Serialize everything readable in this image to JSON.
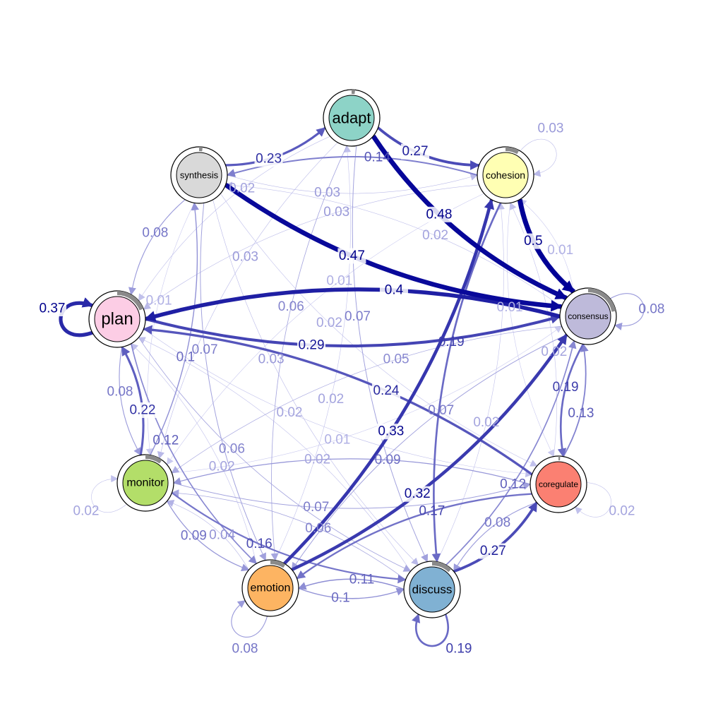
{
  "chart_data": {
    "type": "network",
    "nodes": [
      {
        "id": "adapt",
        "label": "adapt",
        "color": "#8DD3C7",
        "pie": 0.02
      },
      {
        "id": "cohesion",
        "label": "cohesion",
        "color": "#FFFFB3",
        "pie": 0.08
      },
      {
        "id": "consensus",
        "label": "consensus",
        "color": "#BEBADA",
        "pie": 0.22
      },
      {
        "id": "coregulate",
        "label": "coregulate",
        "color": "#FB8072",
        "pie": 0.01
      },
      {
        "id": "discuss",
        "label": "discuss",
        "color": "#80B1D3",
        "pie": 0.12
      },
      {
        "id": "emotion",
        "label": "emotion",
        "color": "#FDB462",
        "pie": 0.09
      },
      {
        "id": "monitor",
        "label": "monitor",
        "color": "#B3DE69",
        "pie": 0.1
      },
      {
        "id": "plan",
        "label": "plan",
        "color": "#FCCDE5",
        "pie": 0.19
      },
      {
        "id": "synthesis",
        "label": "synthesis",
        "color": "#D9D9D9",
        "pie": 0.02
      }
    ],
    "edges": [
      {
        "from": "synthesis",
        "to": "adapt",
        "weight": 0.23,
        "label": "0.23"
      },
      {
        "from": "adapt",
        "to": "cohesion",
        "weight": 0.27,
        "label": "0.27"
      },
      {
        "from": "adapt",
        "to": "consensus",
        "weight": 0.48,
        "label": "0.48"
      },
      {
        "from": "cohesion",
        "to": "consensus",
        "weight": 0.5,
        "label": "0.5"
      },
      {
        "from": "cohesion",
        "to": "cohesion",
        "weight": 0.03,
        "label": "0.03"
      },
      {
        "from": "cohesion",
        "to": "synthesis",
        "weight": 0.14,
        "label": "0.14"
      },
      {
        "from": "consensus",
        "to": "plan",
        "weight": 0.4,
        "label": "0.4"
      },
      {
        "from": "synthesis",
        "to": "consensus",
        "weight": 0.47,
        "label": "0.47"
      },
      {
        "from": "plan",
        "to": "plan",
        "weight": 0.37,
        "label": "0.37"
      },
      {
        "from": "consensus",
        "to": "consensus",
        "weight": 0.08,
        "label": "0.08"
      },
      {
        "from": "synthesis",
        "to": "plan",
        "weight": 0.08,
        "label": "0.08"
      },
      {
        "from": "plan",
        "to": "consensus",
        "weight": 0.29,
        "label": "0.29"
      },
      {
        "from": "coregulate",
        "to": "plan",
        "weight": 0.24,
        "label": "0.24"
      },
      {
        "from": "monitor",
        "to": "plan",
        "weight": 0.22,
        "label": "0.22"
      },
      {
        "from": "plan",
        "to": "monitor",
        "weight": 0.08,
        "label": "0.08"
      },
      {
        "from": "emotion",
        "to": "cohesion",
        "weight": 0.33,
        "label": "0.33"
      },
      {
        "from": "emotion",
        "to": "consensus",
        "weight": 0.32,
        "label": "0.32"
      },
      {
        "from": "monitor",
        "to": "discuss",
        "weight": 0.16,
        "label": "0.16"
      },
      {
        "from": "discuss",
        "to": "coregulate",
        "weight": 0.27,
        "label": "0.27"
      },
      {
        "from": "coregulate",
        "to": "consensus",
        "weight": 0.13,
        "label": "0.13"
      },
      {
        "from": "consensus",
        "to": "coregulate",
        "weight": 0.19,
        "label": "0.19"
      },
      {
        "from": "discuss",
        "to": "discuss",
        "weight": 0.19,
        "label": "0.19"
      },
      {
        "from": "emotion",
        "to": "emotion",
        "weight": 0.08,
        "label": "0.08"
      },
      {
        "from": "emotion",
        "to": "discuss",
        "weight": 0.1,
        "label": "0.1"
      },
      {
        "from": "discuss",
        "to": "emotion",
        "weight": 0.11,
        "label": "0.11"
      },
      {
        "from": "coregulate",
        "to": "emotion",
        "weight": 0.17,
        "label": "0.17"
      },
      {
        "from": "monitor",
        "to": "emotion",
        "weight": 0.09,
        "label": "0.09"
      },
      {
        "from": "monitor",
        "to": "monitor",
        "weight": 0.02,
        "label": "0.02"
      },
      {
        "from": "coregulate",
        "to": "coregulate",
        "weight": 0.02,
        "label": "0.02"
      },
      {
        "from": "coregulate",
        "to": "discuss",
        "weight": 0.08,
        "label": "0.08"
      },
      {
        "from": "cohesion",
        "to": "discuss",
        "weight": 0.19,
        "label": "0.19"
      },
      {
        "from": "plan",
        "to": "emotion",
        "weight": 0.12,
        "label": "0.12"
      },
      {
        "from": "adapt",
        "to": "monitor",
        "weight": 0.03,
        "label": "0.03"
      },
      {
        "from": "synthesis",
        "to": "emotion",
        "weight": 0.07,
        "label": "0.07"
      },
      {
        "from": "monitor",
        "to": "synthesis",
        "weight": 0.1,
        "label": "0.1"
      },
      {
        "from": "coregulate",
        "to": "monitor",
        "weight": 0.09,
        "label": "0.09"
      },
      {
        "from": "monitor",
        "to": "coregulate",
        "weight": 0.07,
        "label": "0.07"
      },
      {
        "from": "emotion",
        "to": "monitor",
        "weight": 0.04,
        "label": "0.04"
      },
      {
        "from": "discuss",
        "to": "monitor",
        "weight": 0.06,
        "label": "0.06"
      },
      {
        "from": "plan",
        "to": "discuss",
        "weight": 0.06,
        "label": "0.06"
      },
      {
        "from": "consensus",
        "to": "monitor",
        "weight": 0.05,
        "label": "0.05"
      },
      {
        "from": "discuss",
        "to": "consensus",
        "weight": 0.12,
        "label": "0.12"
      },
      {
        "from": "adapt",
        "to": "discuss",
        "weight": 0.07,
        "label": "0.07"
      },
      {
        "from": "consensus",
        "to": "emotion",
        "weight": 0.07,
        "label": "0.07"
      },
      {
        "from": "cohesion",
        "to": "plan",
        "weight": 0.03,
        "label": "0.03"
      },
      {
        "from": "synthesis",
        "to": "cohesion",
        "weight": 0.03,
        "label": "0.03"
      },
      {
        "from": "synthesis",
        "to": "discuss",
        "weight": 0.03,
        "label": "0.03"
      },
      {
        "from": "discuss",
        "to": "plan",
        "weight": 0.02,
        "label": "0.02"
      },
      {
        "from": "emotion",
        "to": "plan",
        "weight": 0.02,
        "label": "0.02"
      },
      {
        "from": "cohesion",
        "to": "coregulate",
        "weight": 0.01,
        "label": "0.01"
      },
      {
        "from": "consensus",
        "to": "cohesion",
        "weight": 0.01,
        "label": "0.01"
      },
      {
        "from": "adapt",
        "to": "plan",
        "weight": 0.02,
        "label": "0.02"
      },
      {
        "from": "adapt",
        "to": "emotion",
        "weight": 0.06,
        "label": "0.06"
      },
      {
        "from": "consensus",
        "to": "synthesis",
        "weight": 0.02,
        "label": "0.02"
      },
      {
        "from": "plan",
        "to": "coregulate",
        "weight": 0.02,
        "label": "0.02"
      },
      {
        "from": "monitor",
        "to": "consensus",
        "weight": 0.01,
        "label": "0.01"
      },
      {
        "from": "synthesis",
        "to": "monitor",
        "weight": 0.01,
        "label": "0.01"
      },
      {
        "from": "discuss",
        "to": "cohesion",
        "weight": 0.02,
        "label": "0.02"
      },
      {
        "from": "emotion",
        "to": "adapt",
        "weight": 0.02,
        "label": "0.02"
      },
      {
        "from": "coregulate",
        "to": "cohesion",
        "weight": 0.02,
        "label": "0.02"
      },
      {
        "from": "cohesion",
        "to": "monitor",
        "weight": 0.01,
        "label": "0.01"
      },
      {
        "from": "synthesis",
        "to": "coregulate",
        "weight": 0.02,
        "label": "0.02"
      }
    ]
  }
}
